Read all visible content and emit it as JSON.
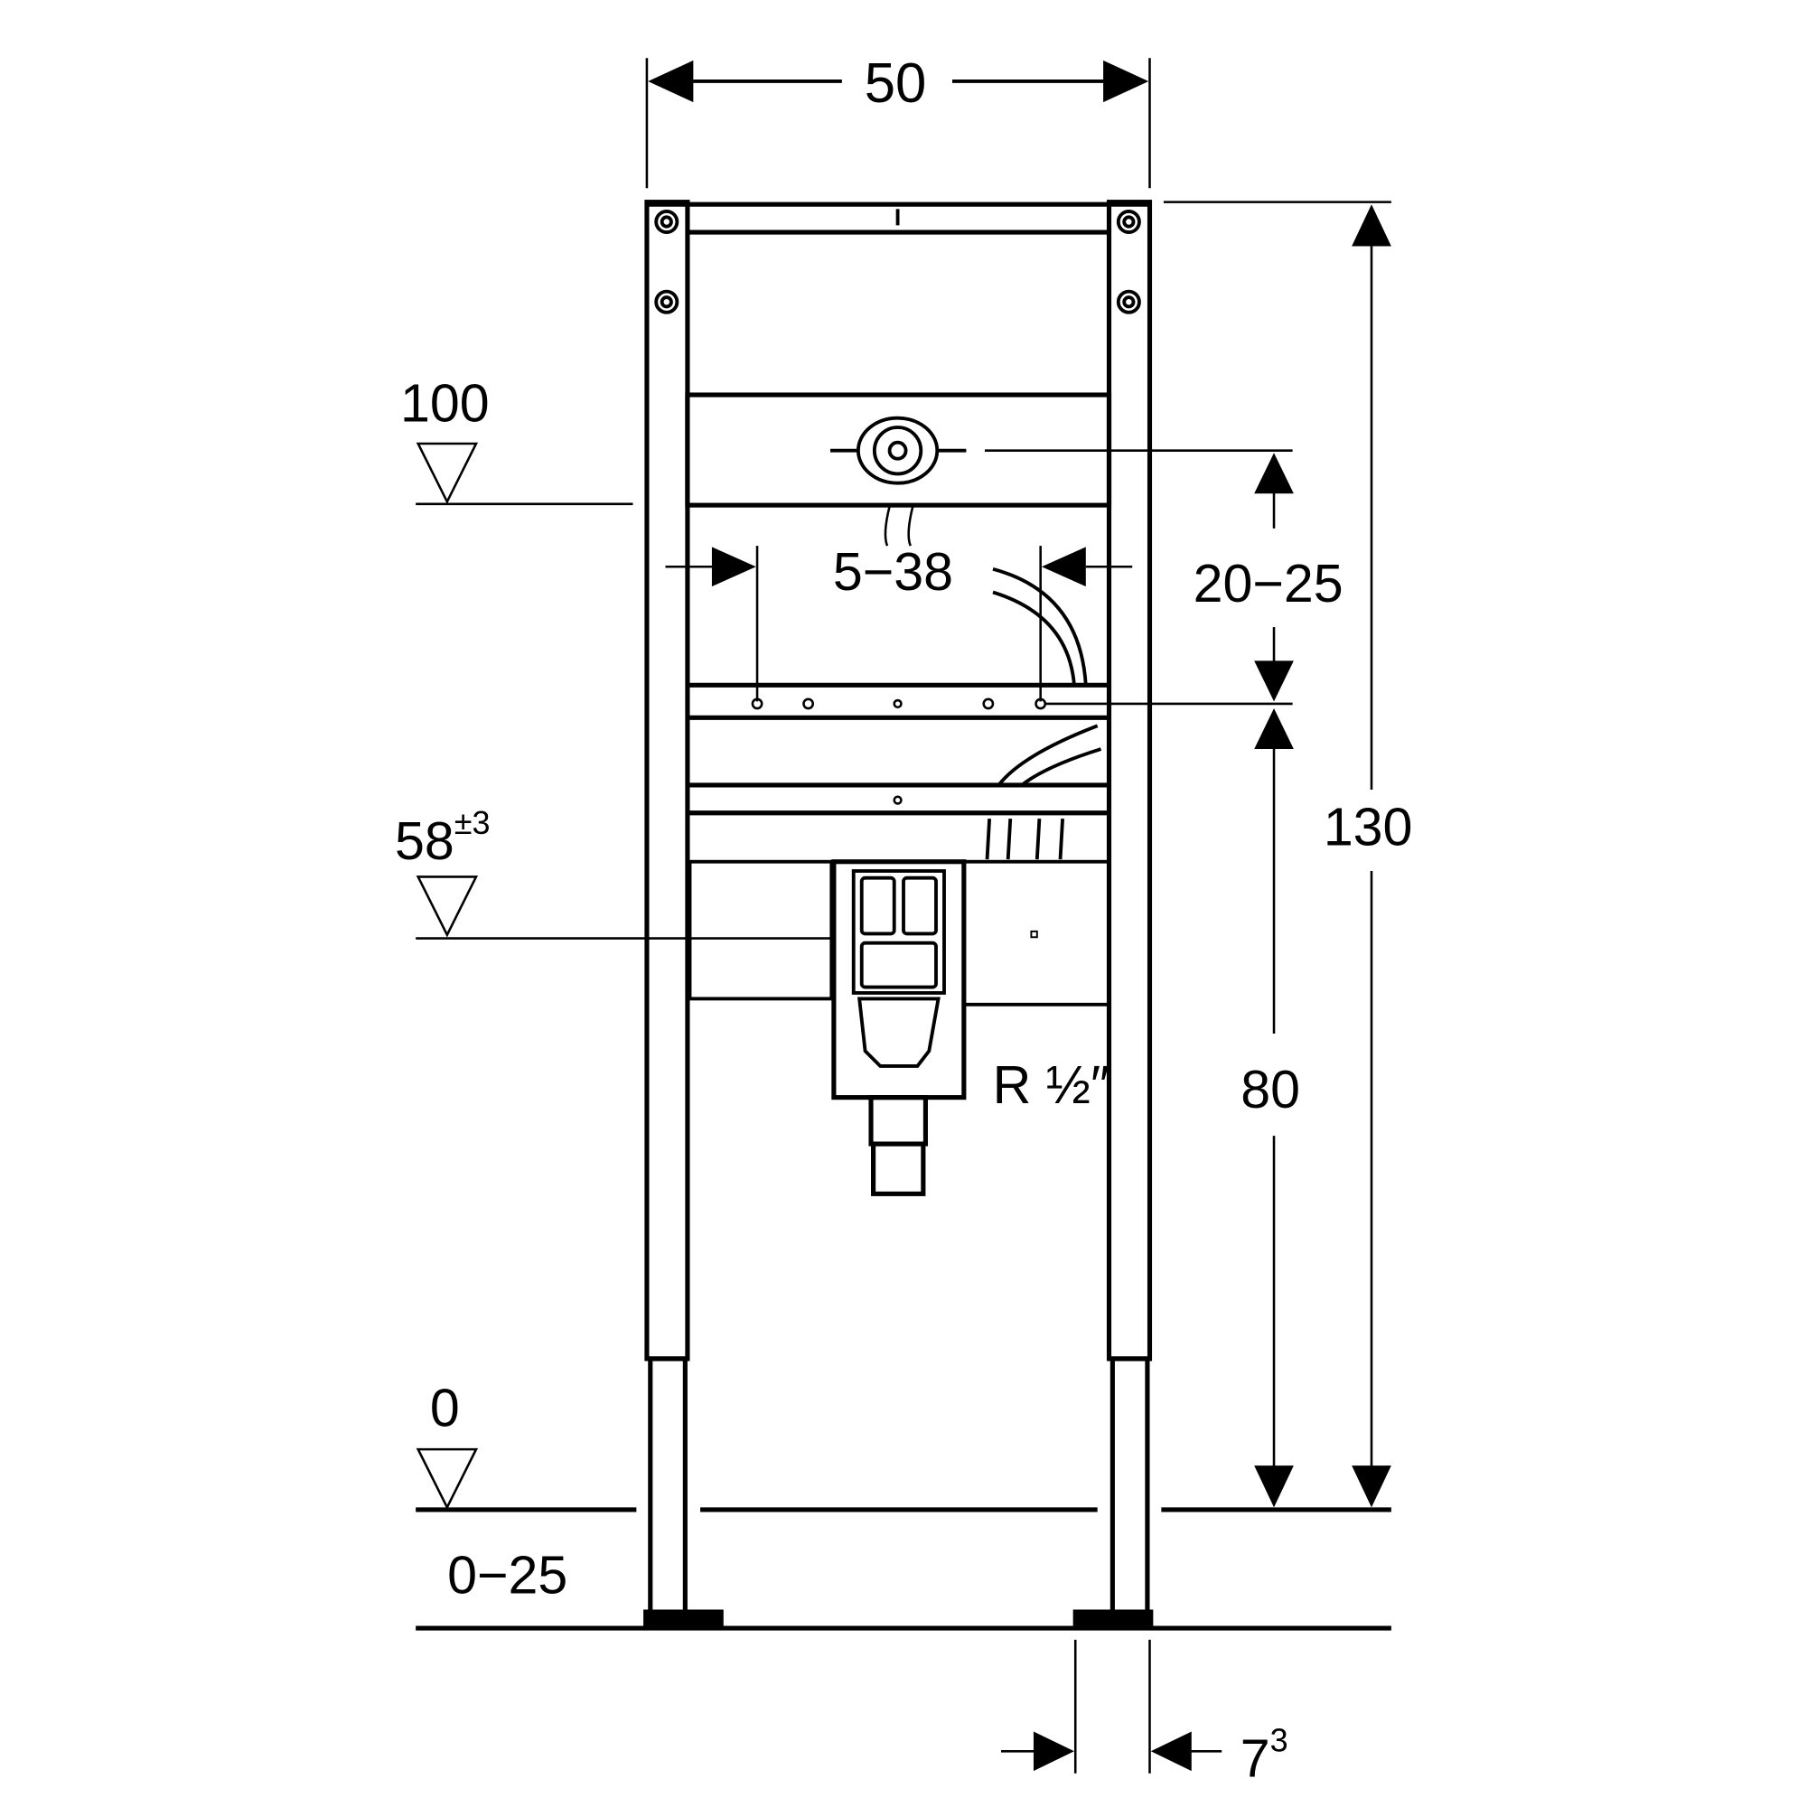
{
  "dimensions": {
    "width": "50",
    "height_total": "130",
    "height_outlet": "80",
    "spacing_range": "20−25",
    "horizontal_range": "5−38",
    "leg_offset": "7",
    "leg_offset_sup": "3",
    "floor_adjust": "0−25",
    "thread": "R ½″"
  },
  "levels": {
    "upper": "100",
    "middle": "58",
    "middle_tolerance": "±3",
    "floor": "0"
  },
  "colors": {
    "line": "#000000",
    "background": "#ffffff"
  }
}
